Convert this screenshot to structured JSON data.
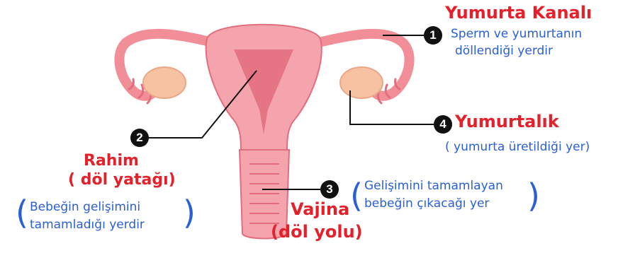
{
  "header_fragment": "",
  "labels": [
    {
      "number": "1",
      "name": "Yumurta Kanalı",
      "note": [
        "Sperm ve yumurtanın",
        "döllendiği yerdir"
      ]
    },
    {
      "number": "2",
      "name": "Rahim",
      "alt": "( döl yatağı)",
      "note": [
        "Bebeğin gelişimini",
        "tamamladığı yerdir"
      ]
    },
    {
      "number": "3",
      "name": "Vajina",
      "alt": "(döl yolu)",
      "note": [
        "Gelişimini tamamlayan",
        "bebeğin çıkacağı yer"
      ]
    },
    {
      "number": "4",
      "name": "Yumurtalık",
      "note": [
        "( yumurta üretildiği yer)"
      ]
    }
  ],
  "colors": {
    "organ": "#f28e98",
    "organ_dark": "#e26d7c",
    "ovary": "#f6c2a2",
    "label_red": "#e5202a",
    "note_blue": "#2a5fd6"
  }
}
